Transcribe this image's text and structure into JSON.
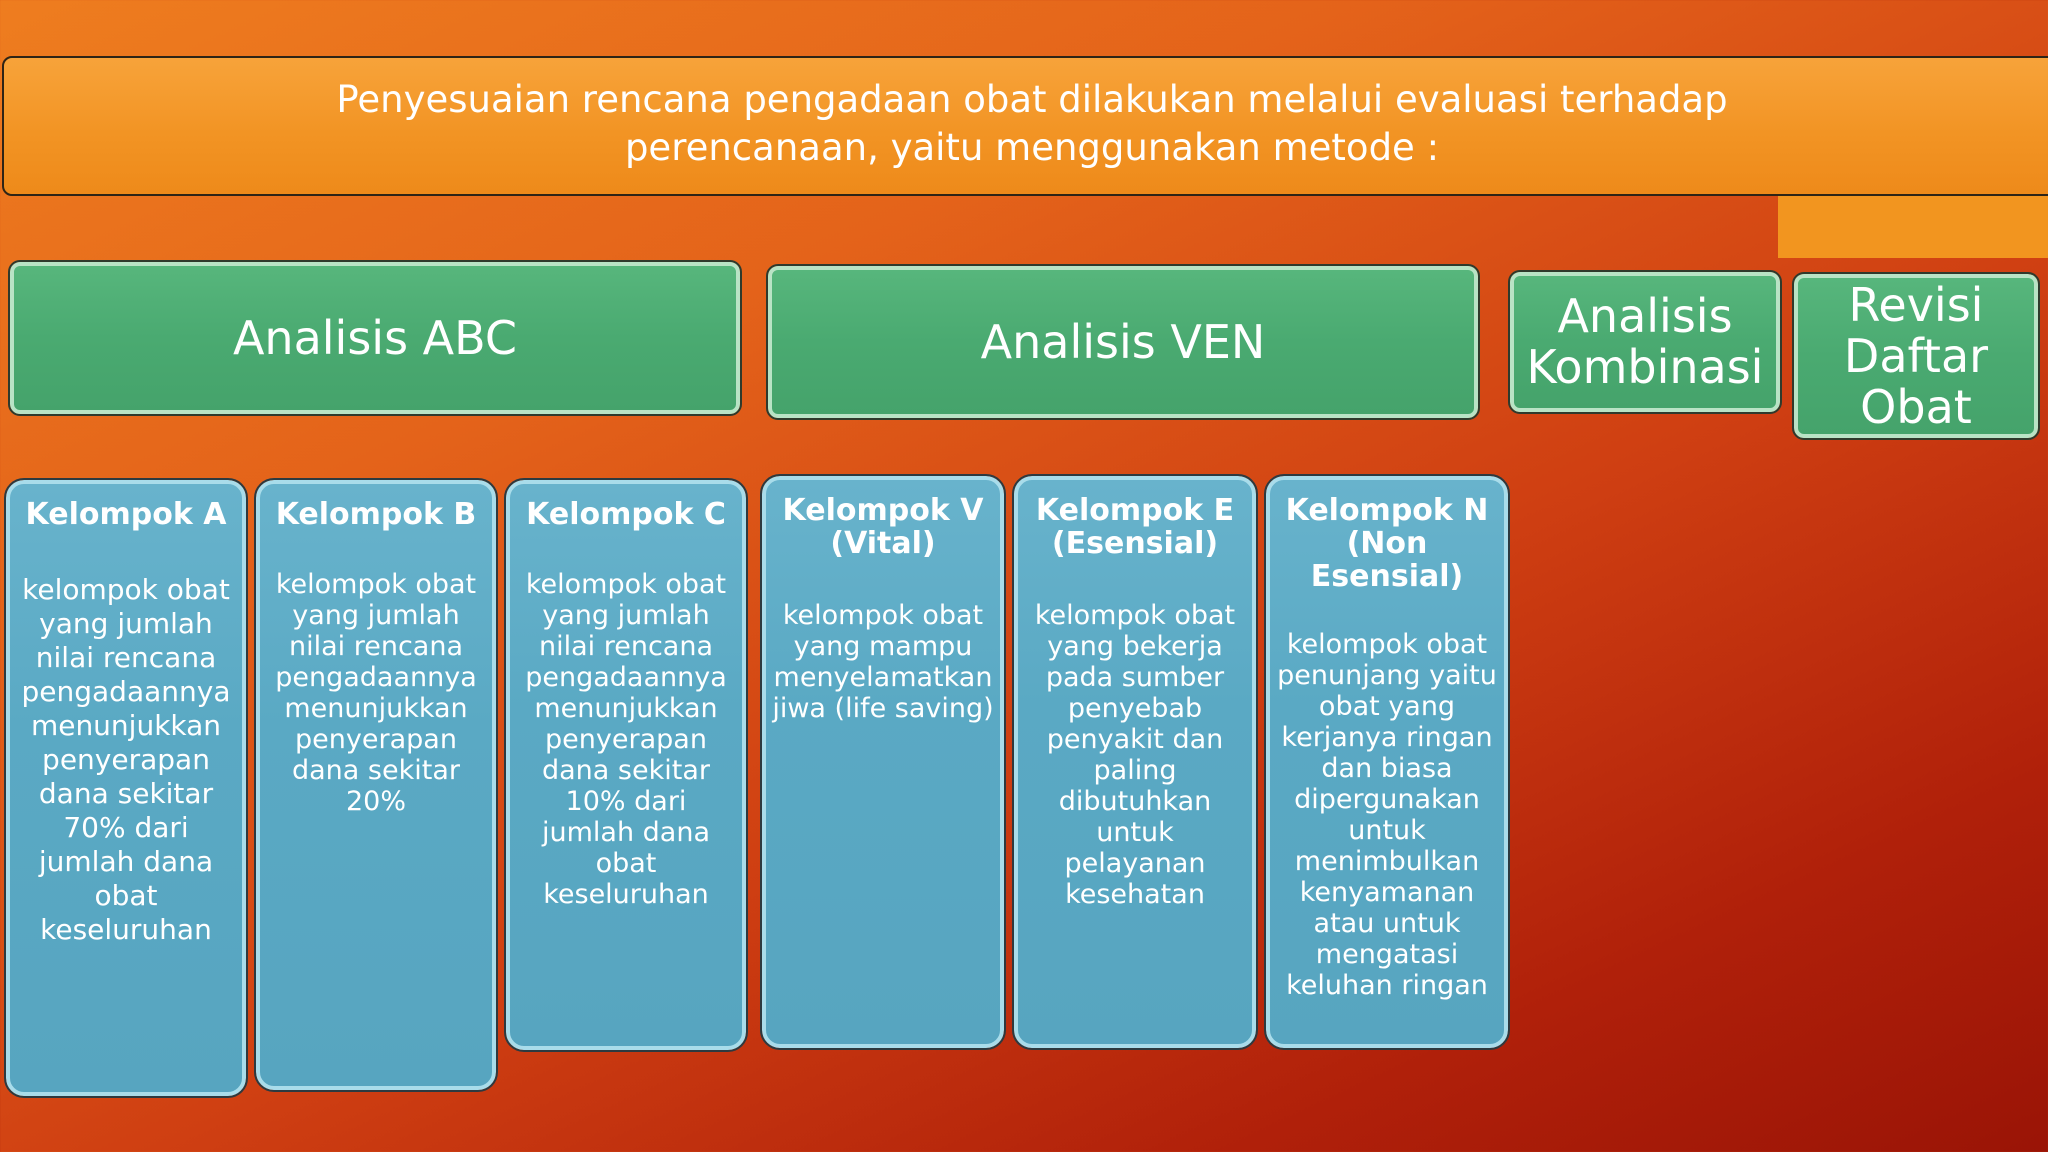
{
  "banner": {
    "text": "Penyesuaian rencana pengadaan obat dilakukan melalui evaluasi terhadap perencanaan, yaitu menggunakan metode :"
  },
  "methods": [
    {
      "label": "Analisis ABC"
    },
    {
      "label": "Analisis VEN"
    },
    {
      "label": "Analisis Kombinasi"
    },
    {
      "label": "Revisi Daftar Obat"
    }
  ],
  "groups": [
    {
      "title": "Kelompok A",
      "desc": "kelompok obat yang jumlah nilai rencana pengadaannya menunjukkan penyerapan dana sekitar 70% dari jumlah dana obat keseluruhan"
    },
    {
      "title": "Kelompok B",
      "desc": "kelompok obat yang jumlah nilai rencana pengadaannya menunjukkan penyerapan dana sekitar 20%"
    },
    {
      "title": "Kelompok C",
      "desc": "kelompok obat yang jumlah nilai rencana pengadaannya menunjukkan penyerapan dana sekitar 10% dari jumlah dana obat keseluruhan"
    },
    {
      "title": "Kelompok V (Vital)",
      "desc": "kelompok obat yang mampu menyelamatkan jiwa (life saving)"
    },
    {
      "title": "Kelompok E (Esensial)",
      "desc": "kelompok obat yang bekerja pada sumber penyebab penyakit dan paling dibutuhkan untuk pelayanan kesehatan"
    },
    {
      "title": "Kelompok N (Non Esensial)",
      "desc": "kelompok obat penunjang yaitu obat yang kerjanya ringan dan biasa dipergunakan untuk menimbulkan kenyamanan atau untuk mengatasi keluhan ringan"
    }
  ],
  "colors": {
    "banner": "#f29424",
    "method_box": "#4aaa71",
    "group_box": "#5aa9c4",
    "text": "#ffffff"
  }
}
